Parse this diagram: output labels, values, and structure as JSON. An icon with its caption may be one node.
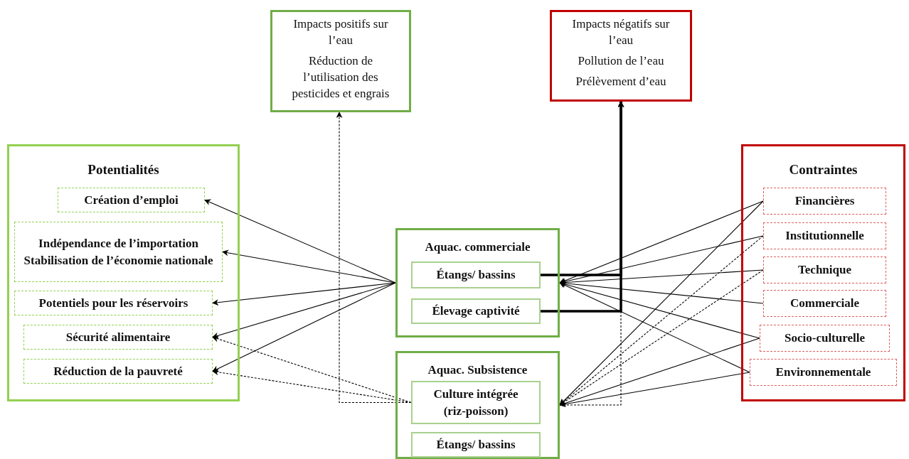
{
  "diagram": {
    "nodes": [
      {
        "text": [
          "Impacts positifs sur l’eau",
          "Réduction de l’utilisation des pesticides et engrais"
        ]
      },
      {
        "text": [
          "Impacts négatifs sur l’eau",
          "Pollution de l’eau",
          "Prélèvement d’eau"
        ]
      },
      {
        "text": [
          "Potentialités"
        ]
      },
      {
        "text": [
          "Création d’emploi"
        ],
        "in": 2
      },
      {
        "text": [
          "Indépendance de l’importation",
          "Stabilisation de l’économie nationale"
        ],
        "in": 2
      },
      {
        "text": [
          "Potentiels pour les réservoirs"
        ],
        "in": 2
      },
      {
        "text": [
          "Sécurité alimentaire"
        ],
        "in": 2
      },
      {
        "text": [
          "Réduction de la pauvreté"
        ],
        "in": 2
      },
      {
        "text": [
          "Aquac. commerciale"
        ]
      },
      {
        "text": [
          "Étangs/ bassins"
        ],
        "in": 8
      },
      {
        "text": [
          "Élevage captivité"
        ],
        "in": 8
      },
      {
        "text": [
          "Aquac. Subsistence"
        ]
      },
      {
        "text": [
          "Culture intégrée (riz-poisson)"
        ],
        "in": 11
      },
      {
        "text": [
          "Étangs/ bassins"
        ],
        "in": 11
      },
      {
        "text": [
          "Contraintes"
        ]
      },
      {
        "text": [
          "Financières"
        ],
        "in": 14
      },
      {
        "text": [
          "Institutionnelle"
        ],
        "in": 14
      },
      {
        "text": [
          "Technique"
        ],
        "in": 14
      },
      {
        "text": [
          "Commerciale"
        ],
        "in": 14
      },
      {
        "text": [
          "Socio-culturelle"
        ],
        "in": 14
      },
      {
        "text": [
          "Environnementale"
        ],
        "in": 14
      }
    ],
    "edges": [
      {
        "from": 8,
        "to": 3,
        "arrow": "to"
      },
      {
        "from": 8,
        "to": 4,
        "arrow": "to"
      },
      {
        "from": 8,
        "to": 5,
        "arrow": "to"
      },
      {
        "from": 8,
        "to": 6,
        "arrow": "to"
      },
      {
        "from": 8,
        "to": 7,
        "arrow": "to"
      },
      {
        "from": 12,
        "to": 6,
        "arrow": "to",
        "style": "dashed"
      },
      {
        "from": 12,
        "to": 7,
        "arrow": "to",
        "style": "dashed"
      },
      {
        "from": 12,
        "to": 0,
        "arrow": "to",
        "style": "dashed"
      },
      {
        "from": 9,
        "to": 1,
        "arrow": "to",
        "style": "thick"
      },
      {
        "from": 10,
        "to": 1,
        "arrow": "to",
        "style": "thick"
      },
      {
        "from": 11,
        "to": 1,
        "arrow": "to",
        "style": "dashed"
      },
      {
        "from": 15,
        "to": 8,
        "arrow": "to"
      },
      {
        "from": 16,
        "to": 8,
        "arrow": "to"
      },
      {
        "from": 17,
        "to": 8,
        "arrow": "to"
      },
      {
        "from": 18,
        "to": 8,
        "arrow": "to"
      },
      {
        "from": 19,
        "to": 8,
        "arrow": "to"
      },
      {
        "from": 20,
        "to": 8,
        "arrow": "to"
      },
      {
        "from": 15,
        "to": 11,
        "arrow": "to"
      },
      {
        "from": 16,
        "to": 11,
        "arrow": "to",
        "style": "dashed"
      },
      {
        "from": 17,
        "to": 11,
        "arrow": "to",
        "style": "dashed"
      },
      {
        "from": 19,
        "to": 11,
        "arrow": "to"
      },
      {
        "from": 20,
        "to": 11,
        "arrow": "to"
      }
    ]
  }
}
